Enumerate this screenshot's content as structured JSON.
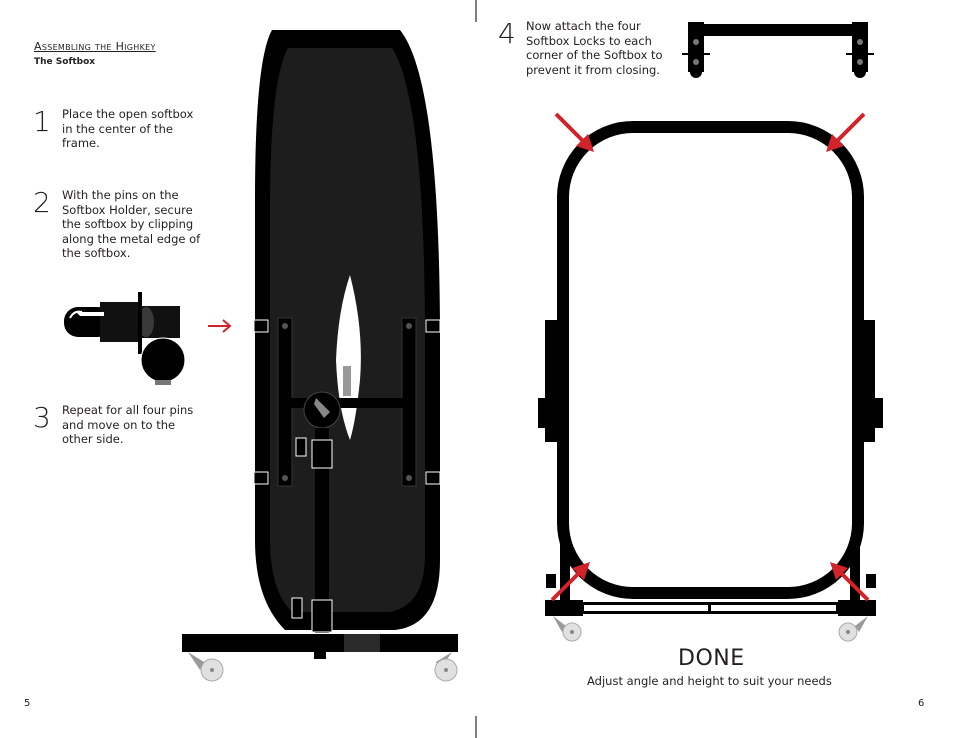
{
  "section": {
    "title": "Assembling the Highkey",
    "subtitle": "The Softbox"
  },
  "steps": [
    {
      "number": "1",
      "text": "Place the open softbox in the center of the frame."
    },
    {
      "number": "2",
      "text": "With the pins on the Softbox Holder, secure the softbox by clipping along the metal edge of the softbox."
    },
    {
      "number": "3",
      "text": "Repeat for all four pins and move on to the other side."
    },
    {
      "number": "4",
      "text": "Now attach the four Softbox Locks to each corner of the Softbox to prevent it from closing."
    }
  ],
  "done": {
    "title": "DONE",
    "subtitle": "Adjust angle and height to suit your needs"
  },
  "pages": {
    "left": "5",
    "right": "6"
  },
  "colors": {
    "accent_arrow": "#d2232a",
    "ink": "#231f20",
    "frame": "#000000",
    "wheel": "#d9d9d9"
  }
}
